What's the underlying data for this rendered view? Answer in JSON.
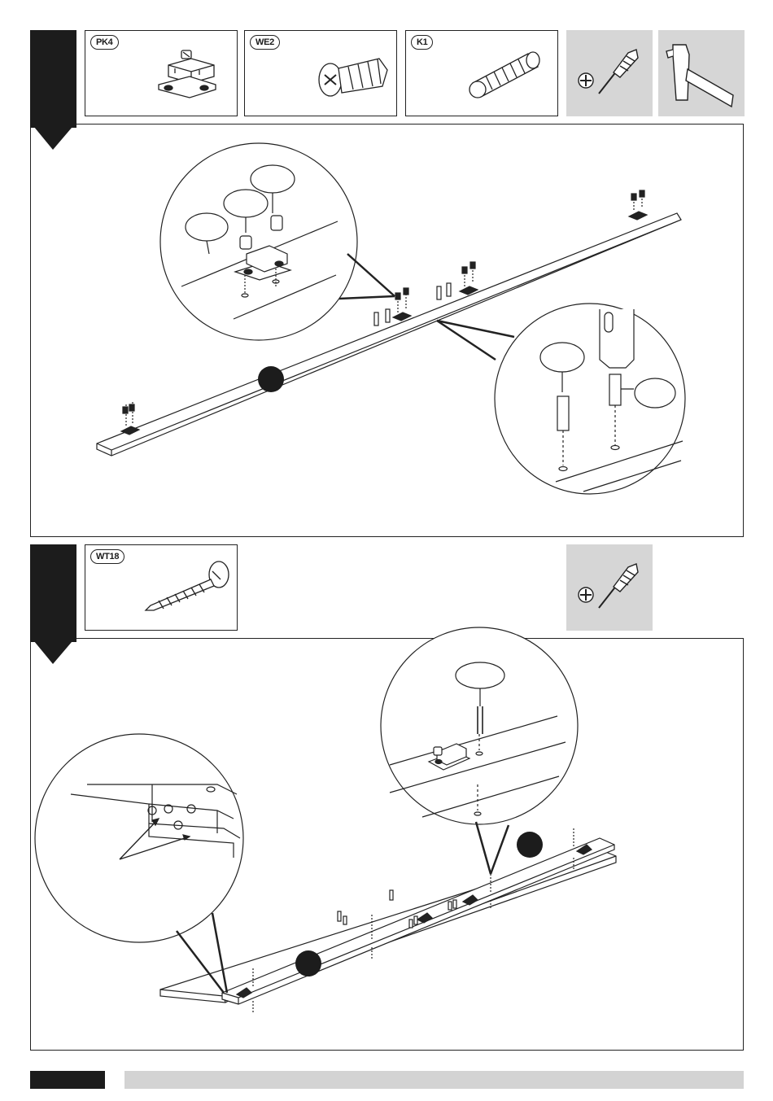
{
  "steps": [
    {
      "parts": [
        {
          "code": "PK4",
          "icon": "cam-connector-icon"
        },
        {
          "code": "WE2",
          "icon": "euro-screw-icon"
        },
        {
          "code": "K1",
          "icon": "wooden-dowel-icon"
        }
      ],
      "tools": [
        "phillips-screwdriver-icon",
        "hammer-icon"
      ]
    },
    {
      "parts": [
        {
          "code": "WT18",
          "icon": "wood-screw-icon"
        }
      ],
      "tools": [
        "phillips-screwdriver-icon"
      ]
    }
  ],
  "colors": {
    "tab": "#1c1c1c",
    "tool_background": "#d6d6d6",
    "footer_bar": "#d3d3d3",
    "line": "#222222"
  }
}
